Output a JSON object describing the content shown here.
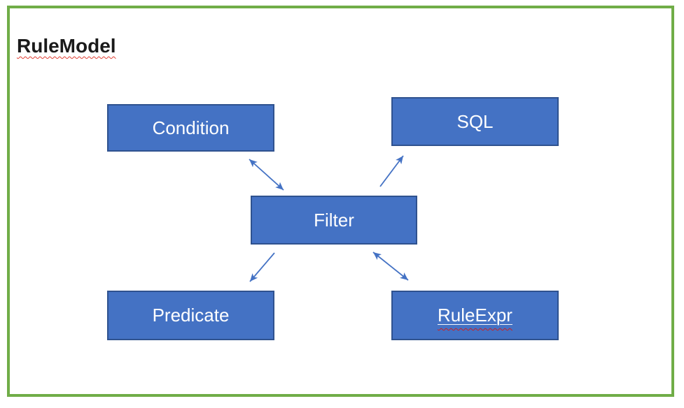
{
  "page": {
    "title": "RuleModel",
    "title_spellcheck_squiggle": "red-wavy-underline"
  },
  "diagram": {
    "nodes": {
      "condition": {
        "label": "Condition"
      },
      "sql": {
        "label": "SQL"
      },
      "filter": {
        "label": "Filter"
      },
      "predicate": {
        "label": "Predicate"
      },
      "ruleexpr": {
        "label": "RuleExpr",
        "decorations": "white-underline, red-wavy-spellcheck-underline"
      }
    },
    "edges": [
      {
        "from": "filter",
        "to": "condition",
        "direction": "both"
      },
      {
        "from": "filter",
        "to": "sql",
        "direction": "one-way"
      },
      {
        "from": "filter",
        "to": "predicate",
        "direction": "one-way"
      },
      {
        "from": "filter",
        "to": "ruleexpr",
        "direction": "both"
      }
    ]
  },
  "colors": {
    "node_fill": "#4472C4",
    "node_border": "#2F528F",
    "node_text": "#FFFFFF",
    "arrow": "#4472C4",
    "frame_border": "#70AD47",
    "spellcheck_squiggle": "#E03C31",
    "title_text": "#1A1A1A",
    "background": "#FFFFFF"
  }
}
